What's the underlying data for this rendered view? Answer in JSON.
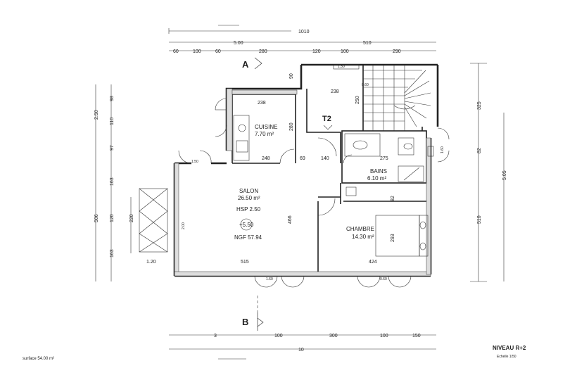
{
  "dims_top": {
    "total": "1010",
    "sub_left": "5.00",
    "sub_right": "510",
    "row3": [
      "60",
      "100",
      "60",
      "280",
      "120",
      "100",
      "290"
    ]
  },
  "dims_bottom": {
    "row1": [
      "3",
      "100",
      "300",
      "100",
      "150"
    ],
    "total": "10"
  },
  "dims_left": [
    "2.50",
    "98",
    "110",
    "97",
    "163",
    "506",
    "120",
    "220",
    "163"
  ],
  "dims_right": [
    "325",
    "82",
    "5.05",
    "510"
  ],
  "interior_dims": {
    "d_238_top": "238",
    "d_238_kitchen": "238",
    "d_250": "250",
    "d_280": "280",
    "d_248": "248",
    "d_69": "69",
    "d_140": "140",
    "d_275": "275",
    "d_515": "515",
    "d_424": "424",
    "d_466": "466",
    "d_82": "82",
    "d_293": "293",
    "d_90": "90"
  },
  "openings": {
    "w1": "1.30",
    "w2": "1.50",
    "w3": "1.60",
    "w4": "0.60",
    "w5": "1.20",
    "w6": "2.00",
    "w7": "1.60",
    "w8": "0.60"
  },
  "sections": {
    "a": "A",
    "b": "B"
  },
  "tag": "T2",
  "rooms": {
    "kitchen": {
      "name": "CUISINE",
      "area": "7.70 m²"
    },
    "living": {
      "name": "SALON",
      "area": "26.50 m²",
      "hsp": "HSP 2.50",
      "level": "+5.50",
      "ngf": "NGF 57.94"
    },
    "bath": {
      "name": "BAINS",
      "area": "6.10 m²"
    },
    "bedroom": {
      "name": "CHAMBRE",
      "area": "14.30 m²"
    }
  },
  "surface": "surface 54.00 m²",
  "title": {
    "main": "NIVEAU R+2",
    "scale": "Echelle 1/50"
  }
}
